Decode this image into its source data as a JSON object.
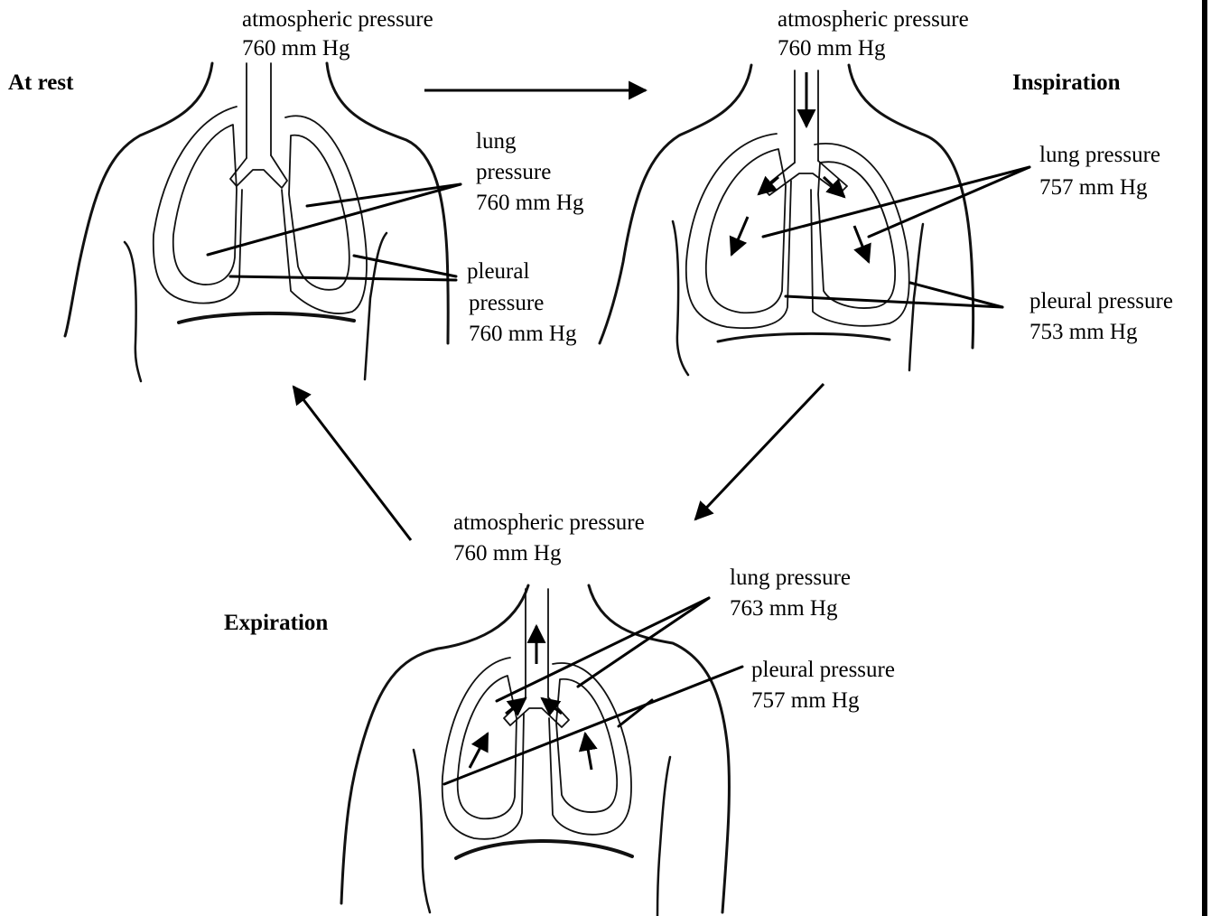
{
  "at_rest": {
    "title": "At rest",
    "atmospheric_label": "atmospheric pressure",
    "atmospheric_value": "760 mm Hg",
    "lung_label_1": "lung",
    "lung_label_2": "pressure",
    "lung_value": "760 mm Hg",
    "pleural_label_1": "pleural",
    "pleural_label_2": "pressure",
    "pleural_value": "760 mm Hg"
  },
  "inspiration": {
    "title": "Inspiration",
    "atmospheric_label": "atmospheric pressure",
    "atmospheric_value": "760 mm Hg",
    "lung_label": "lung pressure",
    "lung_value": "757 mm Hg",
    "pleural_label": "pleural pressure",
    "pleural_value": "753 mm Hg"
  },
  "expiration": {
    "title": "Expiration",
    "atmospheric_label": "atmospheric pressure",
    "atmospheric_value": "760 mm Hg",
    "lung_label": "lung pressure",
    "lung_value": "763 mm Hg",
    "pleural_label": "pleural pressure",
    "pleural_value": "757 mm Hg"
  }
}
